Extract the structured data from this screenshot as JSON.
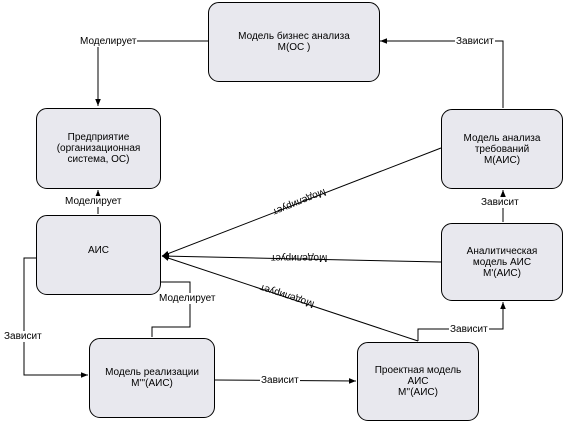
{
  "nodes": {
    "business_model": [
      "Модель бизнес анализа",
      "М(ОС )"
    ],
    "enterprise": [
      "Предприятие",
      "(организационная",
      "система, ОС)"
    ],
    "requirements_model": [
      "Модель анализа",
      "требований",
      "М(АИС)"
    ],
    "ais": [
      "АИС"
    ],
    "analytical_model": [
      "Аналитическая",
      "модель АИС",
      "М'(АИС)"
    ],
    "implementation_model": [
      "Модель реализации",
      "М'''(АИС)"
    ],
    "design_model": [
      "Проектная модель",
      "АИС",
      "М''(АИС)"
    ]
  },
  "edges": {
    "models_label": "Моделирует",
    "depends_label": "Зависит"
  },
  "colors": {
    "node_fill": "#e8e8ee",
    "line": "#000000"
  }
}
